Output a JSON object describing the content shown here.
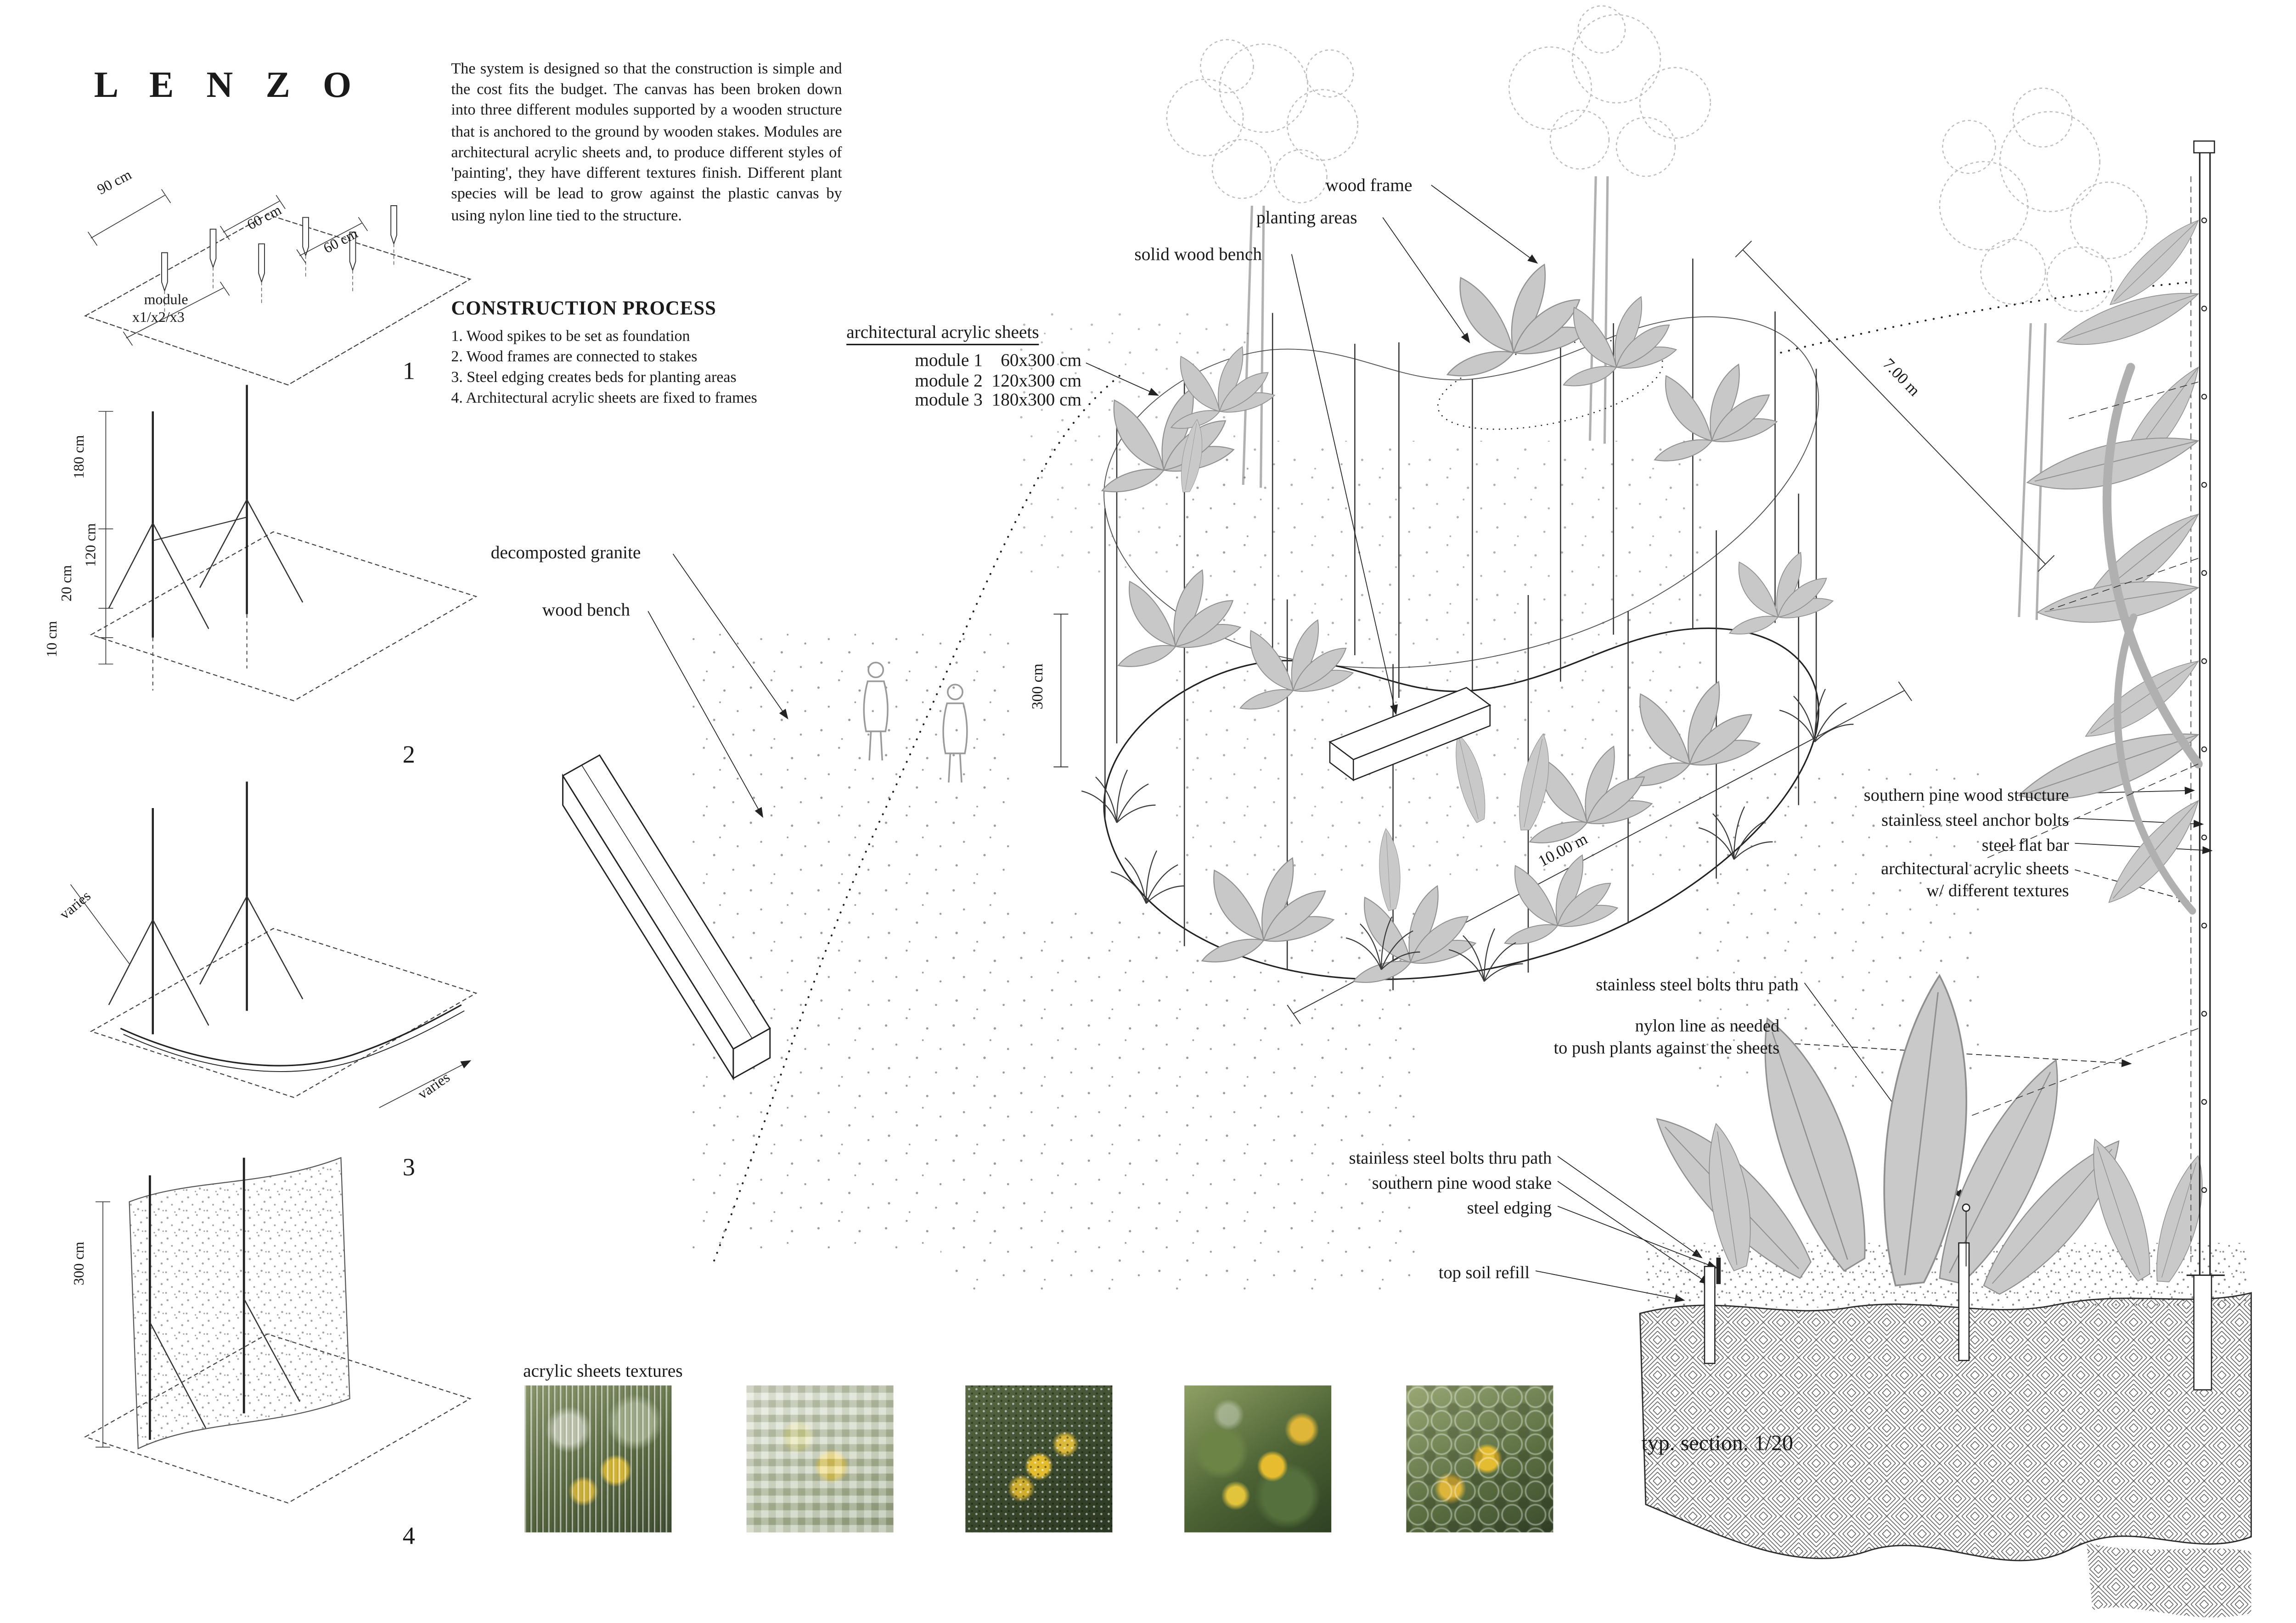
{
  "title": "L E N Z O",
  "intro_text": "The system is designed so that the construction is simple and the cost fits the budget. The canvas has been broken down into three different modules supported by a wooden structure that is anchored to the ground by wooden stakes. Modules are architectural acrylic sheets and, to produce different styles of 'painting', they have different textures finish. Different plant species will be lead to grow against the plastic canvas by using nylon line tied to the structure.",
  "construction": {
    "heading": "CONSTRUCTION PROCESS",
    "steps": [
      "1. Wood spikes to be set as foundation",
      "2. Wood frames are connected to stakes",
      "3. Steel edging creates beds for planting areas",
      "4. Architectural acrylic sheets are fixed to frames"
    ]
  },
  "step_diagrams": {
    "n1": "1",
    "n2": "2",
    "n3": "3",
    "n4": "4",
    "s1_d1": "90 cm",
    "s1_d2": "60 cm",
    "s1_d3": "60 cm",
    "s1_module": "module",
    "s1_module2": "x1/x2/x3",
    "s2_d1": "180 cm",
    "s2_d2": "120 cm",
    "s2_d3": "20 cm",
    "s2_d4": "10 cm",
    "s3_d1": "varies",
    "s3_d2": "varies",
    "s4_d1": "300 cm"
  },
  "plan": {
    "wood_frame": "wood frame",
    "planting_areas": "planting areas",
    "solid_wood_bench": "solid wood bench",
    "acrylic_heading": "architectural acrylic sheets",
    "module1": "module 1    60x300 cm",
    "module2": "module 2  120x300 cm",
    "module3": "module 3  180x300 cm",
    "granite": "decomposted granite",
    "wood_bench": "wood bench",
    "dim300": "300 cm",
    "dim7": "7.00 m",
    "dim10": "10.00 m"
  },
  "section": {
    "l1": "southern pine wood structure",
    "l2": "stainless steel anchor bolts",
    "l3": "steel flat bar",
    "l4": "architectural acrylic sheets",
    "l5": "w/ different textures",
    "l6": "stainless steel bolts thru path",
    "l7": "nylon line as needed",
    "l8": "to push plants against the sheets",
    "l9": "stainless steel bolts thru path",
    "l10": "southern pine wood stake",
    "l11": "steel edging",
    "l12": "top soil refill",
    "caption": "typ. section. 1/20"
  },
  "textures": {
    "heading": "acrylic sheets textures"
  }
}
